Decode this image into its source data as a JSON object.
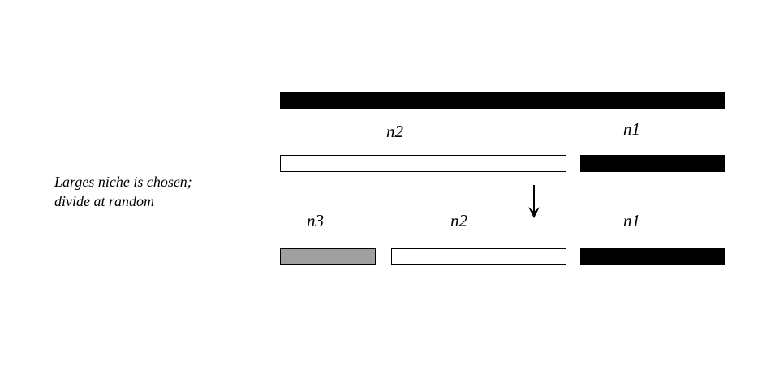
{
  "caption": {
    "line1": "Larges niche is chosen;",
    "line2": "divide at random"
  },
  "labels": {
    "row1_n2": "n2",
    "row1_n1": "n1",
    "row2_n3": "n3",
    "row2_n2": "n2",
    "row2_n1": "n1"
  },
  "colors": {
    "solid": "#000000",
    "hollow": "#ffffff",
    "n3_fill": "#a0a0a0"
  },
  "icons": {
    "arrow": "down-arrow-icon"
  }
}
